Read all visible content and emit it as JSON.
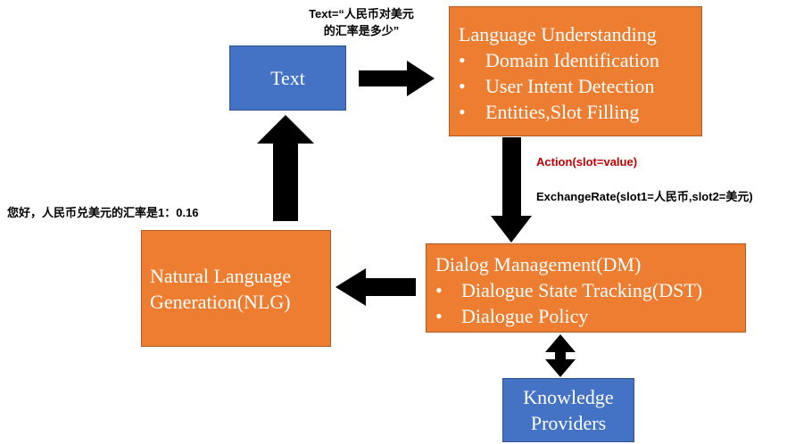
{
  "colors": {
    "blue_box": "#4472c4",
    "orange_box": "#ed7d31",
    "arrow": "#000000",
    "action_text": "#c00000"
  },
  "text_box": {
    "label": "Text"
  },
  "nlu_box": {
    "title": "Language Understanding",
    "items": [
      "Domain Identification",
      "User Intent Detection",
      "Entities,Slot Filling"
    ]
  },
  "dm_box": {
    "title": "Dialog Management(DM)",
    "items": [
      "Dialogue State Tracking(DST)",
      "Dialogue Policy"
    ]
  },
  "nlg_box": {
    "line1": "Natural Language",
    "line2": "Generation(NLG)"
  },
  "kp_box": {
    "line1": "Knowledge",
    "line2": "Providers"
  },
  "annotations": {
    "input_line1": "Text=“人民币对美元",
    "input_line2": "的汇率是多少”",
    "action": "Action(slot=value)",
    "exchange": "ExchangeRate(slot1=人民币,slot2=美元)",
    "response": "您好，人民币兑美元的汇率是1：0.16"
  },
  "bullet_char": "•"
}
